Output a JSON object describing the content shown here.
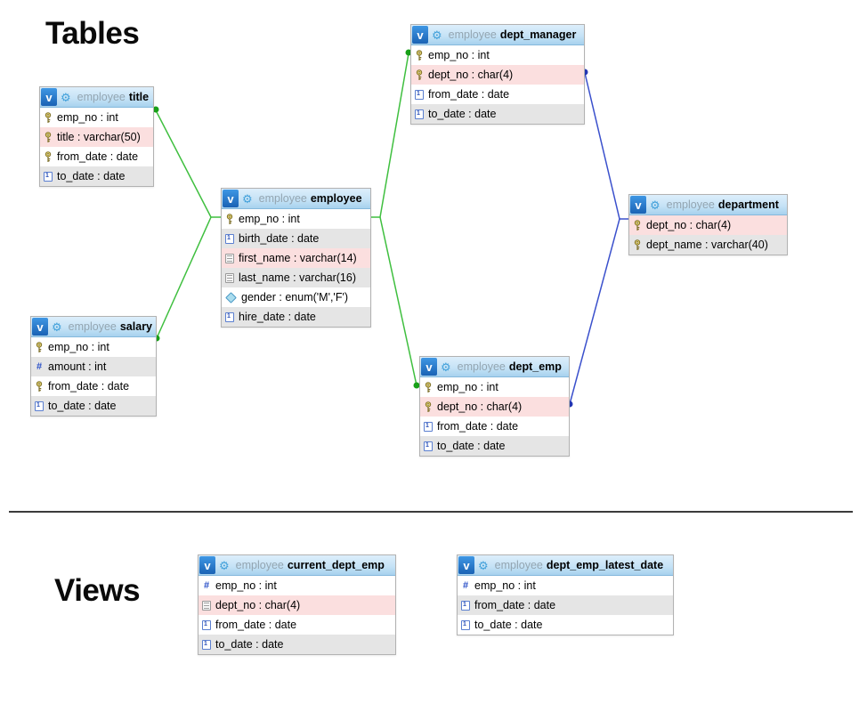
{
  "headings": {
    "tables": "Tables",
    "views": "Views"
  },
  "icons": {
    "v_badge": "v",
    "gear": "⚙",
    "numeric": "#",
    "date": "1"
  },
  "colors": {
    "relation_green": "#3fbf3f",
    "relation_green_dot": "#18a018",
    "relation_blue": "#3a50cc",
    "relation_blue_dot": "#2336b4",
    "row_white": "#ffffff",
    "row_gray": "#e5e5e5",
    "row_pink": "#fbdfdf",
    "key_gold": "#f5e27a",
    "header_blue_top": "#ddeefb",
    "header_blue_bottom": "#a7d2ee"
  },
  "tables": [
    {
      "kind": "table",
      "schema": "employee",
      "name": "title",
      "columns": [
        {
          "icon": "key",
          "text": "emp_no : int",
          "bg": "white"
        },
        {
          "icon": "key",
          "text": "title : varchar(50)",
          "bg": "pink"
        },
        {
          "icon": "key",
          "text": "from_date : date",
          "bg": "white"
        },
        {
          "icon": "date",
          "text": "to_date : date",
          "bg": "gray"
        }
      ]
    },
    {
      "kind": "table",
      "schema": "employee",
      "name": "dept_manager",
      "columns": [
        {
          "icon": "key",
          "text": "emp_no : int",
          "bg": "white"
        },
        {
          "icon": "key",
          "text": "dept_no : char(4)",
          "bg": "pink"
        },
        {
          "icon": "date",
          "text": "from_date : date",
          "bg": "white"
        },
        {
          "icon": "date",
          "text": "to_date : date",
          "bg": "gray"
        }
      ]
    },
    {
      "kind": "table",
      "schema": "employee",
      "name": "employee",
      "columns": [
        {
          "icon": "key",
          "text": "emp_no : int",
          "bg": "white"
        },
        {
          "icon": "date",
          "text": "birth_date : date",
          "bg": "gray"
        },
        {
          "icon": "text",
          "text": "first_name : varchar(14)",
          "bg": "pink"
        },
        {
          "icon": "text",
          "text": "last_name : varchar(16)",
          "bg": "gray"
        },
        {
          "icon": "enum",
          "text": "gender : enum('M','F')",
          "bg": "white"
        },
        {
          "icon": "date",
          "text": "hire_date : date",
          "bg": "gray"
        }
      ]
    },
    {
      "kind": "table",
      "schema": "employee",
      "name": "department",
      "columns": [
        {
          "icon": "key",
          "text": "dept_no : char(4)",
          "bg": "pink"
        },
        {
          "icon": "key",
          "text": "dept_name : varchar(40)",
          "bg": "gray"
        }
      ]
    },
    {
      "kind": "table",
      "schema": "employee",
      "name": "salary",
      "columns": [
        {
          "icon": "key",
          "text": "emp_no : int",
          "bg": "white"
        },
        {
          "icon": "number",
          "text": "amount : int",
          "bg": "gray"
        },
        {
          "icon": "key",
          "text": "from_date : date",
          "bg": "white"
        },
        {
          "icon": "date",
          "text": "to_date : date",
          "bg": "gray"
        }
      ]
    },
    {
      "kind": "table",
      "schema": "employee",
      "name": "dept_emp",
      "columns": [
        {
          "icon": "key",
          "text": "emp_no : int",
          "bg": "white"
        },
        {
          "icon": "key",
          "text": "dept_no : char(4)",
          "bg": "pink"
        },
        {
          "icon": "date",
          "text": "from_date : date",
          "bg": "white"
        },
        {
          "icon": "date",
          "text": "to_date : date",
          "bg": "gray"
        }
      ]
    },
    {
      "kind": "view",
      "schema": "employee",
      "name": "current_dept_emp",
      "columns": [
        {
          "icon": "number",
          "text": "emp_no : int",
          "bg": "white"
        },
        {
          "icon": "text",
          "text": "dept_no : char(4)",
          "bg": "pink"
        },
        {
          "icon": "date",
          "text": "from_date : date",
          "bg": "white"
        },
        {
          "icon": "date",
          "text": "to_date : date",
          "bg": "gray"
        }
      ]
    },
    {
      "kind": "view",
      "schema": "employee",
      "name": "dept_emp_latest_date",
      "columns": [
        {
          "icon": "number",
          "text": "emp_no : int",
          "bg": "white"
        },
        {
          "icon": "date",
          "text": "from_date : date",
          "bg": "gray"
        },
        {
          "icon": "date",
          "text": "to_date : date",
          "bg": "white"
        }
      ]
    }
  ],
  "relations": [
    {
      "from": "title.emp_no",
      "to": "employee.emp_no",
      "color": "green"
    },
    {
      "from": "salary.emp_no",
      "to": "employee.emp_no",
      "color": "green"
    },
    {
      "from": "dept_manager.emp_no",
      "to": "employee.emp_no",
      "color": "green"
    },
    {
      "from": "dept_emp.emp_no",
      "to": "employee.emp_no",
      "color": "green"
    },
    {
      "from": "dept_manager.dept_no",
      "to": "department.dept_no",
      "color": "blue"
    },
    {
      "from": "dept_emp.dept_no",
      "to": "department.dept_no",
      "color": "blue"
    }
  ]
}
